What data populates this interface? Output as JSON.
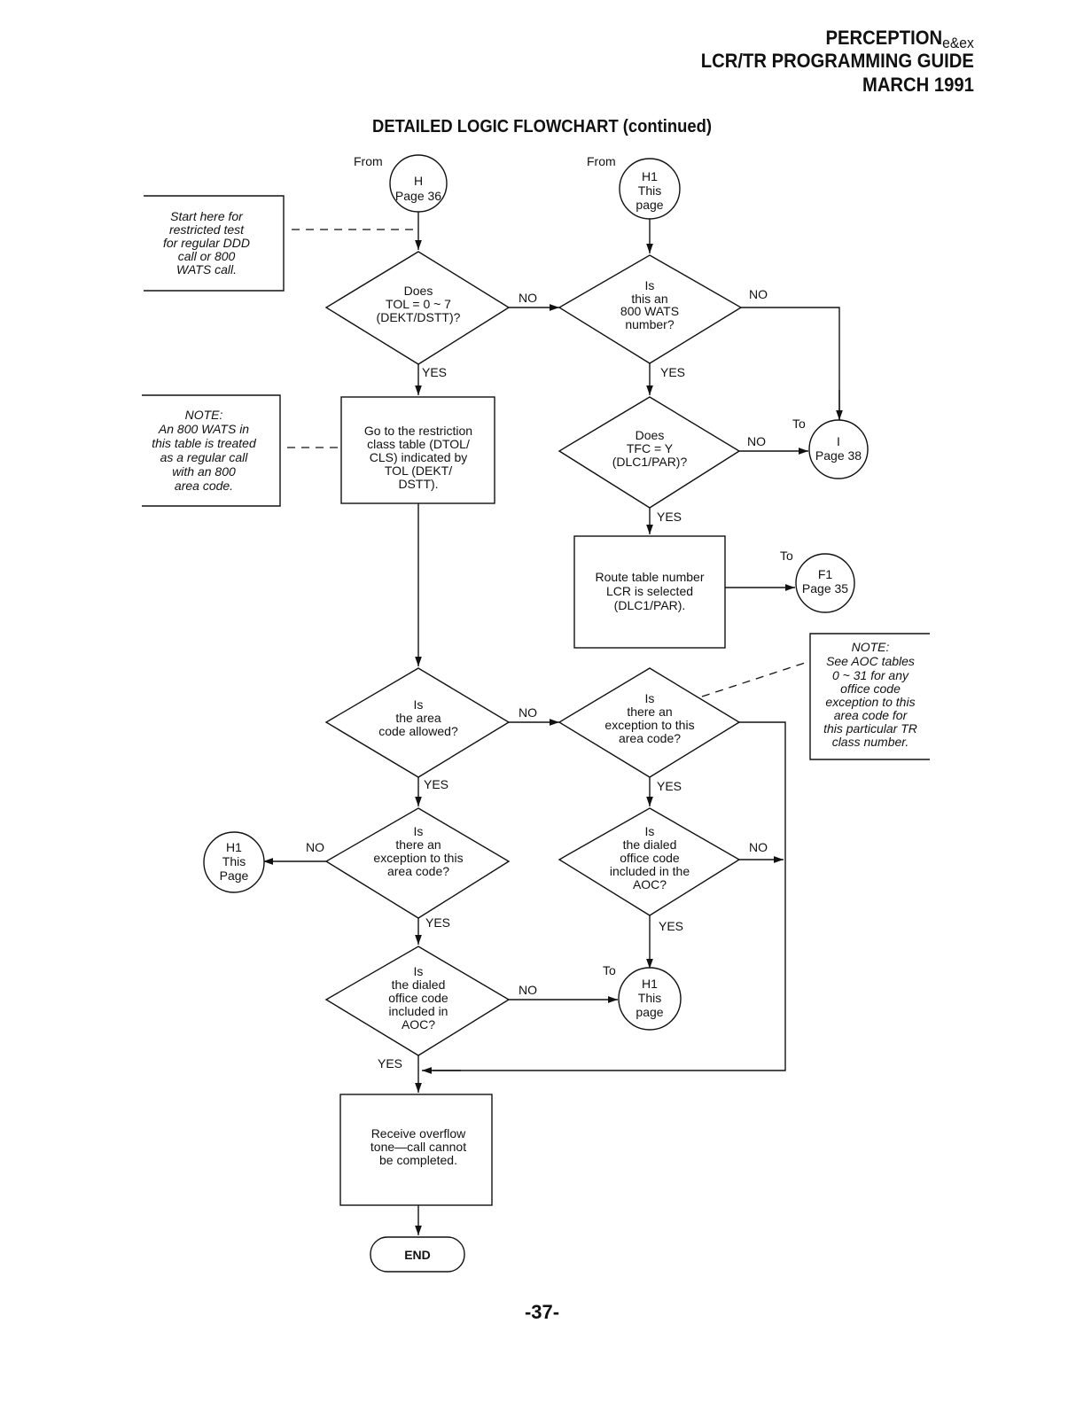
{
  "header": {
    "product": "PERCEPTION",
    "product_suffix": "e&ex",
    "guide": "LCR/TR PROGRAMMING GUIDE",
    "date": "MARCH 1991"
  },
  "title": "DETAILED LOGIC FLOWCHART (continued)",
  "page_number": "-37-",
  "connectors": {
    "from_label": "From",
    "to_label": "To",
    "h_in": [
      "H",
      "Page 36"
    ],
    "h1_in": [
      "H1",
      "This",
      "page"
    ],
    "i_out": [
      "I",
      "Page 38"
    ],
    "f1_out": [
      "F1",
      "Page 35"
    ],
    "h1_left": [
      "H1",
      "This",
      "Page"
    ],
    "h1_bottom": [
      "H1",
      "This",
      "page"
    ]
  },
  "notes": {
    "start": [
      "Start here for",
      "restricted test",
      "for regular DDD",
      "call or 800",
      "WATS call."
    ],
    "wats": [
      "NOTE:",
      "An 800 WATS in",
      "this table is treated",
      "as a regular call",
      "with an 800",
      "area code."
    ],
    "aoc": [
      "NOTE:",
      "See AOC tables",
      "0 ~ 31 for any",
      "office code",
      "exception to this",
      "area code for",
      "this particular TR",
      "class number."
    ]
  },
  "decisions": {
    "tol": [
      "Does",
      "TOL = 0 ~ 7",
      "(DEKT/DSTT)?"
    ],
    "wats800": [
      "Is",
      "this an",
      "800 WATS",
      "number?"
    ],
    "tfc": [
      "Does",
      "TFC = Y",
      "(DLC1/PAR)?"
    ],
    "area_allowed": [
      "Is",
      "the area",
      "code allowed?"
    ],
    "exception_right": [
      "Is",
      "there an",
      "exception to this",
      "area code?"
    ],
    "exception_left": [
      "Is",
      "there an",
      "exception to this",
      "area code?"
    ],
    "aoc_right": [
      "Is",
      "the dialed",
      "office code",
      "included in the",
      "AOC?"
    ],
    "aoc_left": [
      "Is",
      "the dialed",
      "office code",
      "included in",
      "AOC?"
    ]
  },
  "processes": {
    "restriction": [
      "Go to the restriction",
      "class table (DTOL/",
      "CLS) indicated by",
      "TOL (DEKT/",
      "DSTT)."
    ],
    "route": [
      "Route table number",
      "LCR is selected",
      "(DLC1/PAR)."
    ],
    "overflow": [
      "Receive overflow",
      "tone—call cannot",
      "be completed."
    ]
  },
  "terminal": "END",
  "branch_labels": {
    "yes": "YES",
    "no": "NO"
  }
}
